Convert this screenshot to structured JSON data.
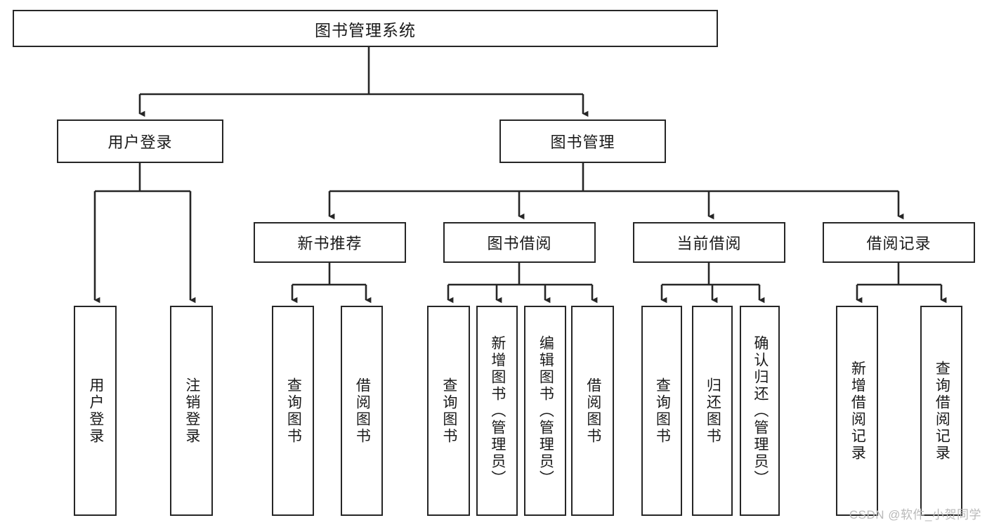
{
  "diagram": {
    "title": "图书管理系统",
    "type": "tree-hierarchy-diagram",
    "colors": {
      "stroke": "#262626",
      "fill": "#ffffff",
      "text": "#1a1a1a",
      "watermark": "#b9b9b9"
    },
    "root": {
      "label": "图书管理系统"
    },
    "level2": [
      {
        "label": "用户登录"
      },
      {
        "label": "图书管理"
      }
    ],
    "level3": [
      {
        "label": "新书推荐"
      },
      {
        "label": "图书借阅"
      },
      {
        "label": "当前借阅"
      },
      {
        "label": "借阅记录"
      }
    ],
    "leaves": [
      {
        "label": "用户登录"
      },
      {
        "label": "注销登录"
      },
      {
        "label": "查询图书"
      },
      {
        "label": "借阅图书"
      },
      {
        "label": "查询图书"
      },
      {
        "label": "新增图书（管理员）"
      },
      {
        "label": "编辑图书（管理员）"
      },
      {
        "label": "借阅图书"
      },
      {
        "label": "查询图书"
      },
      {
        "label": "归还图书"
      },
      {
        "label": "确认归还（管理员）"
      },
      {
        "label": "新增借阅记录"
      },
      {
        "label": "查询借阅记录"
      }
    ]
  },
  "watermark": {
    "text": "CSDN @软件_小贺同学"
  }
}
